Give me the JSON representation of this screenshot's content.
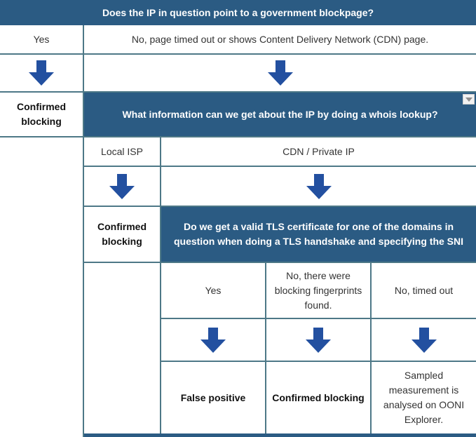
{
  "colors": {
    "header_bg": "#2b5b83",
    "arrow_blue": "#2350a0",
    "border": "#4d7887"
  },
  "s1": {
    "question": "Does the IP in question point to a government blockpage?",
    "answer_yes": "Yes",
    "answer_no": "No, page timed out or shows Content Delivery Network (CDN) page.",
    "outcome_yes": "Confirmed blocking"
  },
  "s2": {
    "question": "What information can we get about the IP by doing a whois lookup?",
    "answer_local": "Local ISP",
    "answer_cdn": "CDN / Private IP",
    "outcome_local": "Confirmed blocking"
  },
  "s3": {
    "question": "Do we get a valid TLS certificate for one of the domains in question when doing a TLS handshake and specifying the SNI",
    "answer_yes": "Yes",
    "answer_no_fingerprints": "No, there were blocking fingerprints found.",
    "answer_no_timeout": "No, timed out",
    "outcome_yes": "False positive",
    "outcome_no_fingerprints": "Confirmed blocking",
    "outcome_no_timeout": "Sampled measurement is analysed on OONI Explorer."
  }
}
